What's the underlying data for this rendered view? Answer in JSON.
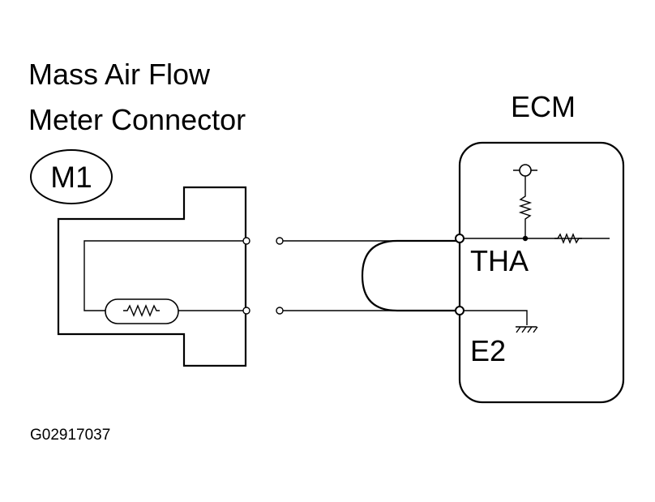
{
  "connector": {
    "title_line1": "Mass Air Flow",
    "title_line2": "Meter Connector",
    "id": "M1"
  },
  "ecm": {
    "title": "ECM",
    "terminal_tha": "THA",
    "terminal_e2": "E2"
  },
  "figure_code": "G02917037"
}
